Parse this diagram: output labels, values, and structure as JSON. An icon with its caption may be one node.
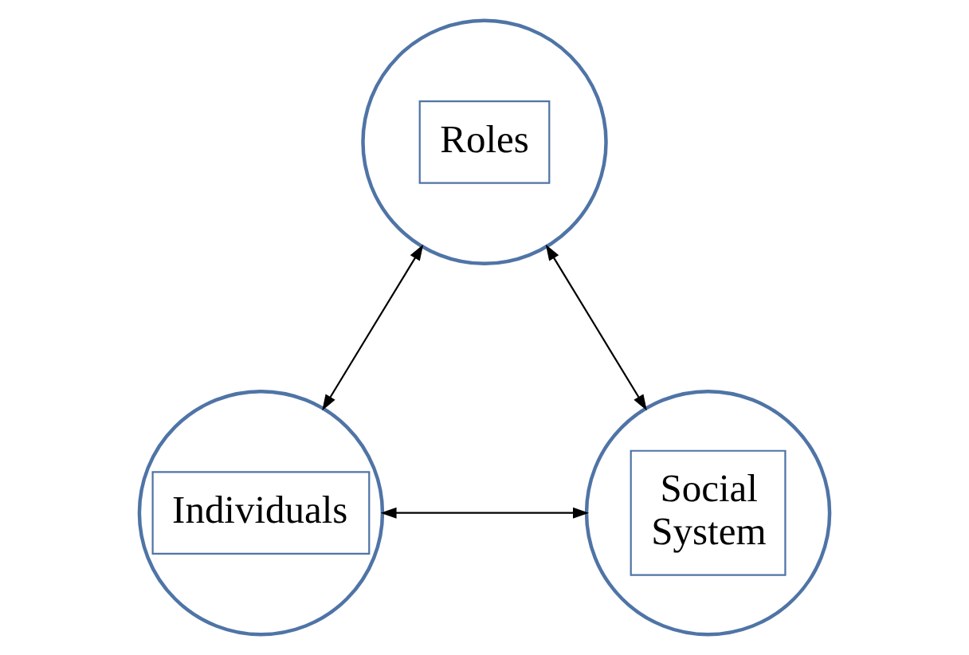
{
  "diagram": {
    "nodes": [
      {
        "text": [
          "Roles"
        ]
      },
      {
        "text": [
          "Individuals"
        ]
      },
      {
        "text": [
          "Social System"
        ]
      }
    ],
    "edges": [
      {
        "from": 0,
        "to": 1,
        "arrow": "both"
      },
      {
        "from": 0,
        "to": 2,
        "arrow": "both"
      },
      {
        "from": 1,
        "to": 2,
        "arrow": "both"
      }
    ]
  }
}
